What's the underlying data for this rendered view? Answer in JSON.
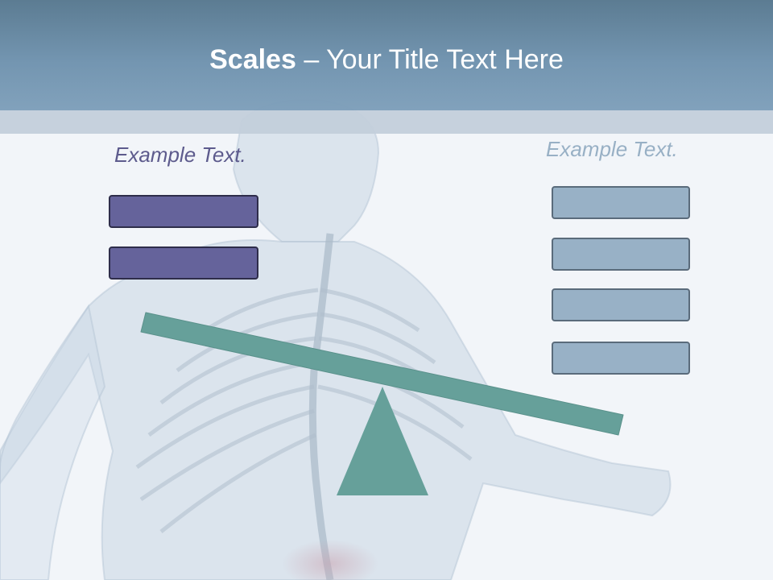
{
  "slide": {
    "title_bold": "Scales",
    "title_rest": " – Your Title Text Here",
    "left_label": "Example Text.",
    "right_label": "Example Text.",
    "left_box_count": 2,
    "right_box_count": 4
  },
  "colors": {
    "header": "#6f92ae",
    "header_band": "#c3cfdb",
    "left_box": "#65639b",
    "right_box": "#98b1c6",
    "beam": "#66a09a",
    "left_label": "#5d5b8d",
    "right_label": "#98b0c5"
  },
  "background": {
    "description_icon": "skeleton-figure"
  }
}
